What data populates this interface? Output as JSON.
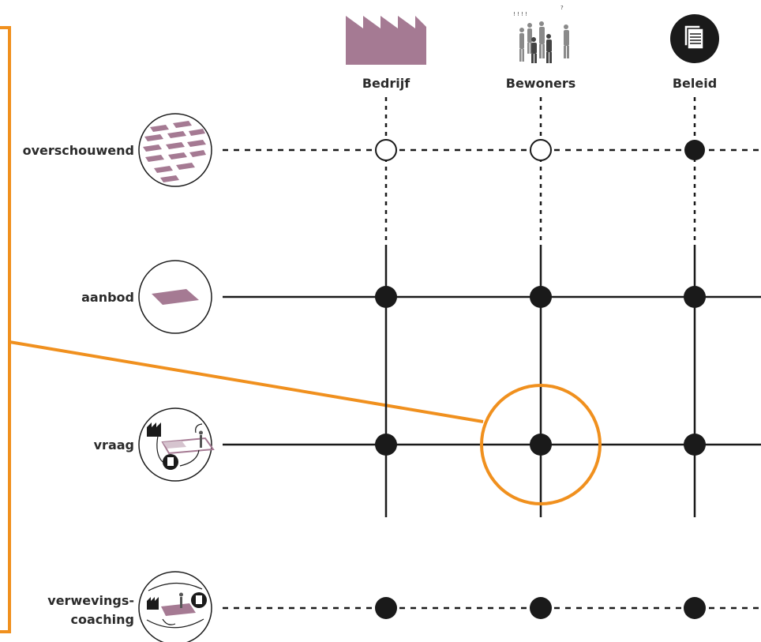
{
  "columns": [
    {
      "label": "Bedrijf",
      "icon": "factory-icon"
    },
    {
      "label": "Bewoners",
      "icon": "people-icon"
    },
    {
      "label": "Beleid",
      "icon": "policy-document-icon"
    }
  ],
  "rows": [
    {
      "label": "overschouwend",
      "icon": "overview-tiles-icon",
      "line_style": "dashed",
      "node_fill": [
        "open",
        "open",
        "filled"
      ]
    },
    {
      "label": "aanbod",
      "icon": "supply-plane-icon",
      "line_style": "solid",
      "node_fill": [
        "filled",
        "filled",
        "filled"
      ]
    },
    {
      "label": "vraag",
      "icon": "demand-relations-icon",
      "line_style": "solid",
      "node_fill": [
        "filled",
        "filled",
        "filled"
      ]
    },
    {
      "label": "verwevings-",
      "label_line2": "coaching",
      "icon": "coaching-cycle-icon",
      "line_style": "dashed",
      "node_fill": [
        "filled",
        "filled",
        "filled"
      ]
    }
  ],
  "highlight": {
    "row": "vraag",
    "column": "Bewoners",
    "color": "#f0901e"
  },
  "colors": {
    "accent": "#f0901e",
    "mauve": "#a57a93",
    "line": "#1a1a1a"
  }
}
